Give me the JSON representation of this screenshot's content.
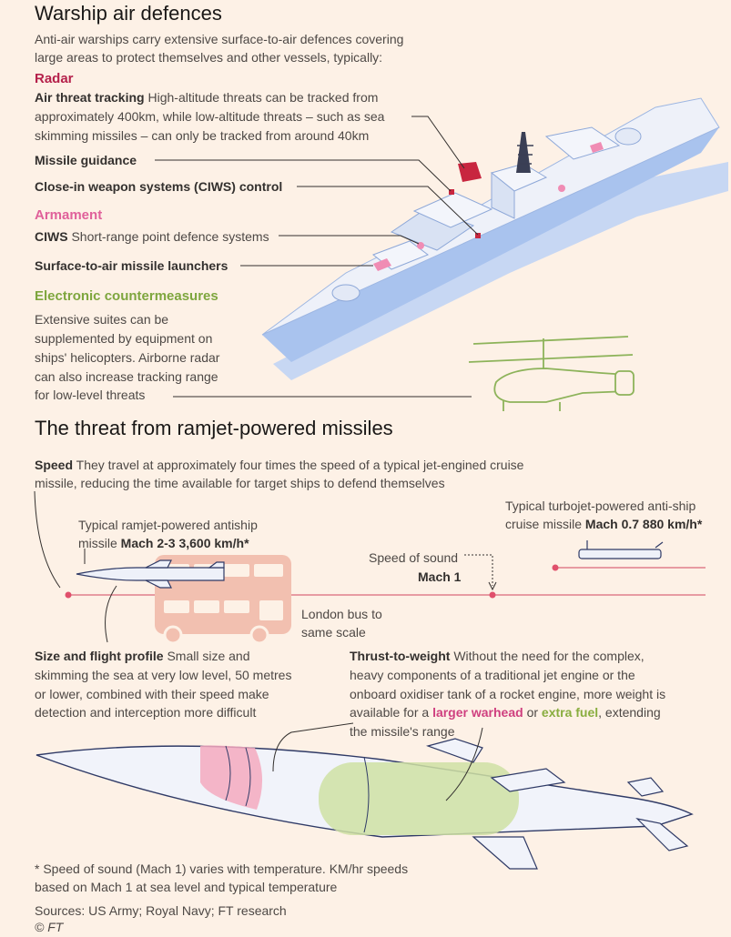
{
  "section1": {
    "title": "Warship air defences",
    "intro_line1": "Anti-air warships carry extensive surface-to-air defences covering",
    "intro_line2": "large areas to protect themselves and other vessels, typically:",
    "radar_heading": "Radar",
    "air_threat_label": "Air threat tracking",
    "air_threat_l1": "High-altitude threats can be tracked from",
    "air_threat_l2": "approximately 400km, while low-altitude threats – such as sea",
    "air_threat_l3": "skimming missiles – can only be tracked from around 40km",
    "missile_guidance": "Missile guidance",
    "ciws_control": "Close-in weapon systems (CIWS) control",
    "armament_heading": "Armament",
    "ciws_label": "CIWS",
    "ciws_text": "Short-range point defence systems",
    "sam_launchers": "Surface-to-air missile launchers",
    "ecm_heading": "Electronic countermeasures",
    "ecm_l1": "Extensive suites can be",
    "ecm_l2": "supplemented by equipment on",
    "ecm_l3": "ships' helicopters. Airborne radar",
    "ecm_l4": "can also increase tracking range",
    "ecm_l5": "for low-level threats"
  },
  "section2": {
    "title": "The threat from ramjet-powered missiles",
    "speed_label": "Speed",
    "speed_l1": "They travel at approximately four times the speed of a typical jet-engined cruise",
    "speed_l2": "missile, reducing the time available for target ships to defend themselves",
    "ramjet_l1": "Typical ramjet-powered antiship",
    "ramjet_l2": "missile",
    "ramjet_speed": "Mach 2-3 3,600 km/h*",
    "turbojet_l1": "Typical turbojet-powered anti-ship",
    "turbojet_l2": "cruise missile",
    "turbojet_speed": "Mach 0.7 880 km/h*",
    "sound_l1": "Speed of sound",
    "sound_l2": "Mach 1",
    "bus_l1": "London bus to",
    "bus_l2": "same scale",
    "size_label": "Size and flight profile",
    "size_l1": "Small size and",
    "size_l2": "skimming the sea at very low level, 50 metres",
    "size_l3": "or lower, combined with their speed make",
    "size_l4": "detection and interception more difficult",
    "thrust_label": "Thrust-to-weight",
    "thrust_l1": "Without the need for the complex,",
    "thrust_l2": "heavy components of a traditional jet engine or the",
    "thrust_l3": "onboard oxidiser tank of a rocket engine, more weight is",
    "thrust_l4a": "available for a",
    "larger_warhead": "larger warhead",
    "or": "or",
    "extra_fuel": "extra fuel",
    "thrust_l4b": ", extending",
    "thrust_l5": "the missile's range",
    "footnote_l1": "* Speed of sound (Mach 1) varies with temperature. KM/hr speeds",
    "footnote_l2": "based on Mach 1 at sea level and typical temperature",
    "sources": "Sources: US Army; Royal Navy; FT research",
    "copyright": "© FT"
  },
  "colors": {
    "background": "#fdf1e6",
    "radar": "#b5214b",
    "armament": "#e0609a",
    "ecm": "#7ea63e",
    "ship": "#e8ecf7",
    "ship_shadow": "#b9cdef",
    "bus": "#f2c0b0",
    "speed_line": "#e07f8c"
  }
}
